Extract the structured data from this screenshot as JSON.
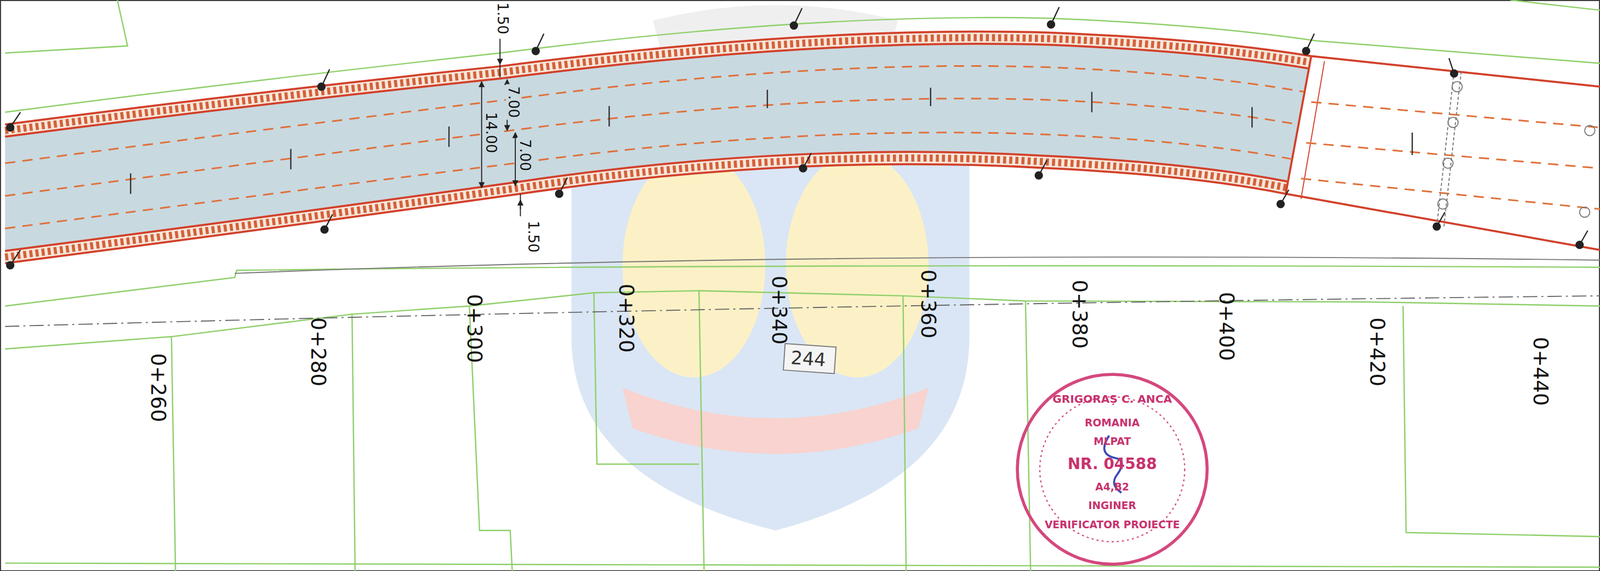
{
  "diagram": {
    "nodes": [
      {
        "text": [
          "244"
        ]
      },
      {
        "text": [
          "GRIGORAȘ C. ANCA",
          "ROMANIA",
          "MLPAT",
          "NR. 04588",
          "A4,B2",
          "INGINER",
          "VERIFICATOR PROIECTE"
        ]
      }
    ],
    "labels": [
      "1.50",
      "7.00",
      "14.00",
      "7.00",
      "1.50",
      "0+260",
      "0+280",
      "0+300",
      "0+320",
      "0+340",
      "0+360",
      "0+380",
      "0+400",
      "0+420",
      "0+440"
    ]
  }
}
